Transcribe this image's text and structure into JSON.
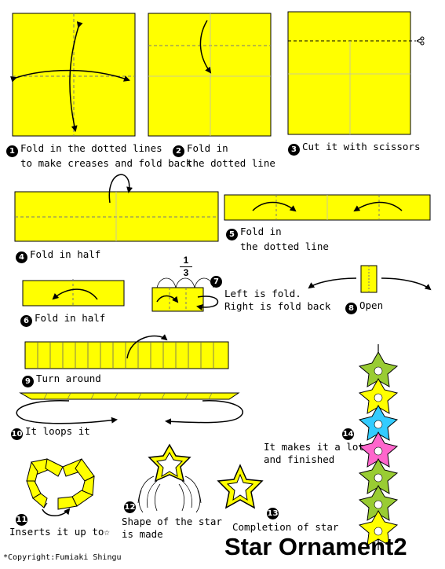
{
  "colors": {
    "paper": "#ffff00",
    "outline": "#000000",
    "green": "#99cc33",
    "blue": "#33ccff",
    "pink": "#ff66cc"
  },
  "steps": [
    {
      "n": "1",
      "line1": "Fold in the dotted lines",
      "line2": "to make creases and fold back"
    },
    {
      "n": "2",
      "line1": "Fold in",
      "line2": "the dotted line"
    },
    {
      "n": "3",
      "line1": "Cut it with scissors",
      "line2": ""
    },
    {
      "n": "4",
      "line1": "Fold in half",
      "line2": ""
    },
    {
      "n": "5",
      "line1": "Fold in",
      "line2": "the dotted line"
    },
    {
      "n": "6",
      "line1": "Fold in half",
      "line2": ""
    },
    {
      "n": "7",
      "line1": "Left is fold.",
      "line2": "Right is fold back"
    },
    {
      "n": "8",
      "line1": "Open",
      "line2": ""
    },
    {
      "n": "9",
      "line1": "Turn around",
      "line2": ""
    },
    {
      "n": "10",
      "line1": "It loops it",
      "line2": ""
    },
    {
      "n": "11",
      "line1": "Inserts it up to☆",
      "line2": ""
    },
    {
      "n": "12",
      "line1": "Shape of the star",
      "line2": "is made"
    },
    {
      "n": "13",
      "line1": "Completion of star",
      "line2": ""
    },
    {
      "n": "14",
      "line1": "It makes it a lot",
      "line2": "and finished"
    }
  ],
  "fraction": {
    "numerator": "1",
    "denominator": "3"
  },
  "title": "Star Ornament2",
  "copyright": "*Copyright:Fumiaki Shingu",
  "icons": [
    "scissors-icon",
    "fold-arrow-icon"
  ]
}
